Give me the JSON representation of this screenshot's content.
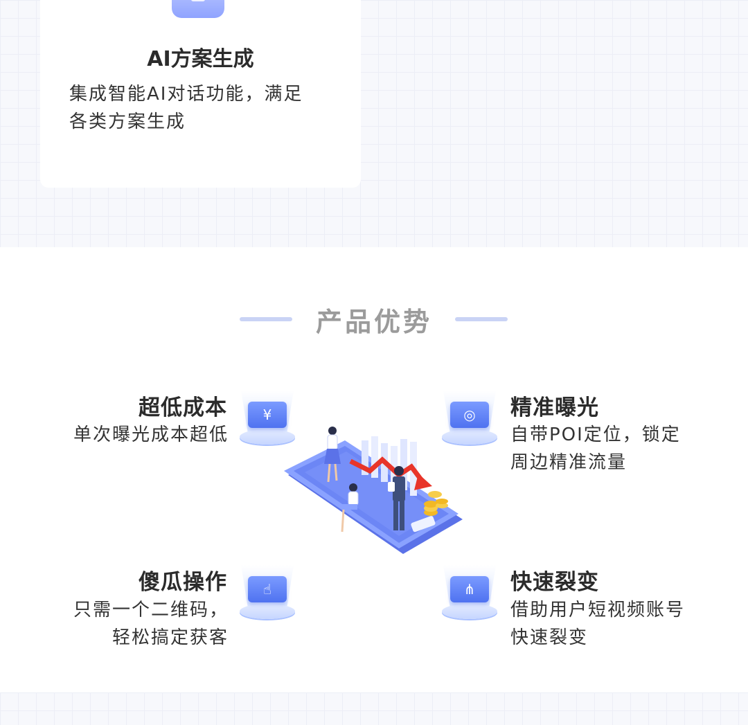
{
  "card": {
    "title": "AI方案生成",
    "desc_line1": "集成智能AI对话功能，满足",
    "desc_line2": "各类方案生成"
  },
  "section": {
    "title": "产品优势"
  },
  "advantages": [
    {
      "title": "超低成本",
      "lines": [
        "单次曝光成本超低"
      ],
      "icon": "wallet-yuan-icon"
    },
    {
      "title": "精准曝光",
      "lines": [
        "自带POI定位，锁定",
        "周边精准流量"
      ],
      "icon": "target-icon"
    },
    {
      "title": "傻瓜操作",
      "lines": [
        "只需一个二维码，",
        "轻松搞定获客"
      ],
      "icon": "touch-screen-icon"
    },
    {
      "title": "快速裂变",
      "lines": [
        "借助用户短视频账号",
        "快速裂变"
      ],
      "icon": "share-network-icon"
    }
  ],
  "icon_glyphs": {
    "wallet": "¥",
    "target": "◎",
    "touch": "☝",
    "share": "⋔"
  },
  "colors": {
    "accent": "#5b7cf6",
    "title_gray": "#9b9b9b",
    "line_blue": "#c9d3f5",
    "arrow_red": "#e8352a"
  }
}
